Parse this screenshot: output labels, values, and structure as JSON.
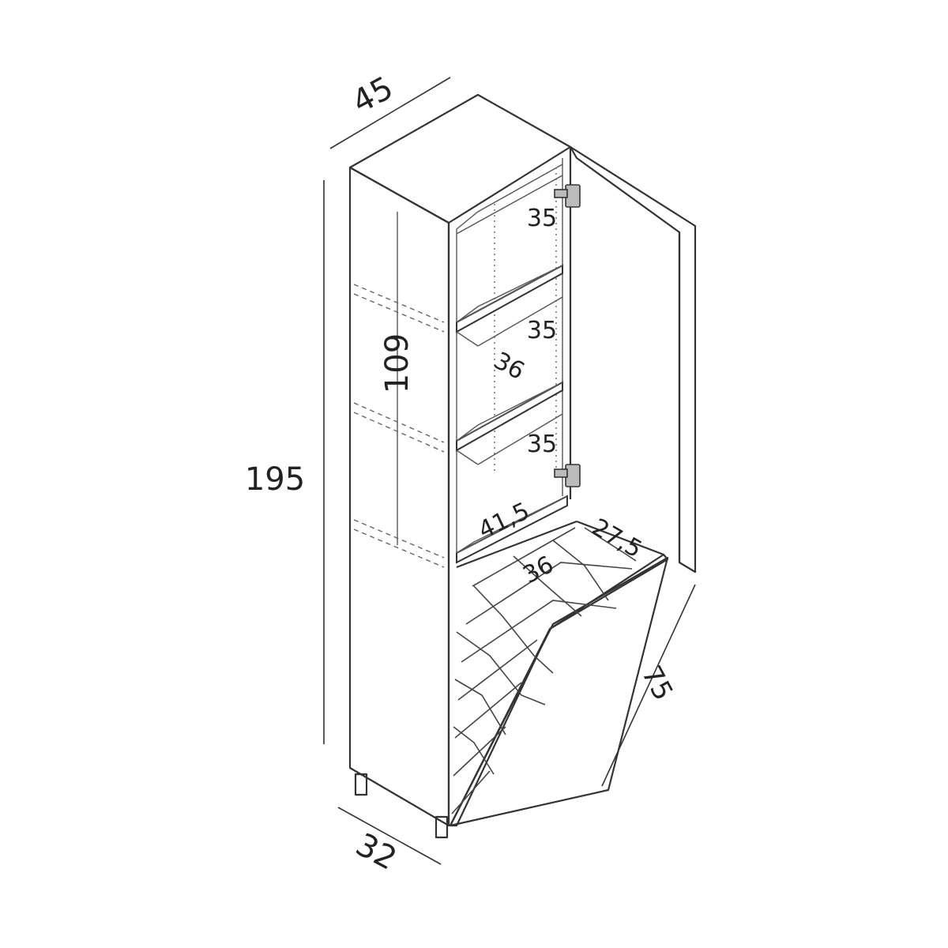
{
  "figure": {
    "kind": "furniture dimension drawing",
    "line_color": "#333333",
    "background": "#ffffff"
  },
  "dimensions": {
    "width_top": "45",
    "total_height": "195",
    "inner_height": "109",
    "depth_bottom": "32",
    "shelf_spacing_1": "35",
    "shelf_spacing_2": "35",
    "shelf_spacing_3": "35",
    "shelf_depth": "36",
    "inner_width": "41,5",
    "hamper_depth": "27,5",
    "hamper_width": "36",
    "hamper_height": "75"
  }
}
